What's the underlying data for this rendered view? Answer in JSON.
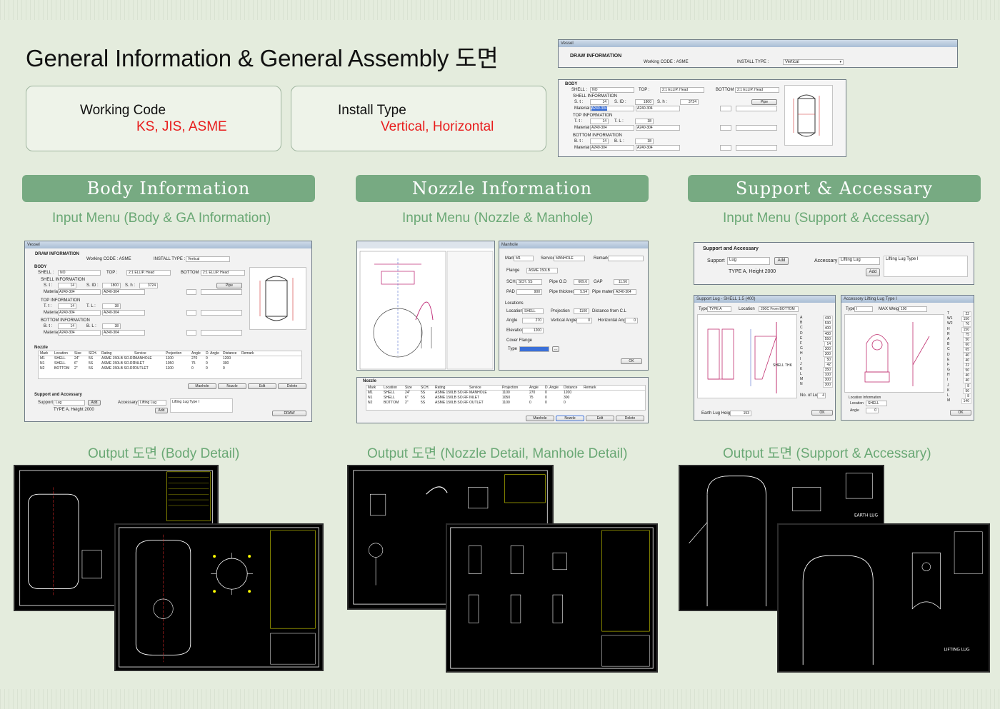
{
  "page_title": "General Information & General Assembly 도면",
  "info": {
    "working_code_label": "Working Code",
    "working_code_value": "KS, JIS, ASME",
    "install_type_label": "Install Type",
    "install_type_value": "Vertical, Horizontal"
  },
  "vessel_window": {
    "title": "Vessel",
    "header": "DRAW INFORMATION",
    "working_code": "Working CODE : ASME",
    "install_type_label": "INSTALL TYPE :",
    "install_type_value": "Vertical"
  },
  "body_window": {
    "body_label": "BODY",
    "shell_label": "SHELL :",
    "shell_value": "NO",
    "top_label": "TOP :",
    "top_value": "2:1 ELLIP. Head",
    "bottom_label": "BOTTOM :",
    "bottom_value": "2:1 ELLIP. Head",
    "shell_info": "SHELL INFORMATION",
    "st_label": "S. t :",
    "st_value": "14",
    "sid_label": "S. ID :",
    "sid_value": "1800",
    "sh_label": "S. h :",
    "sh_value": "3724",
    "pipe_btn": "Pipe",
    "material_label": "Material",
    "material_value": "A240-304",
    "top_info": "TOP INFORMATION",
    "tt_label": "T. t :",
    "tt_value": "14",
    "tl_label": "T. L :",
    "tl_value": "38",
    "bottom_info": "BOTTOM INFORMATION",
    "bt_label": "B. t :",
    "bt_value": "14",
    "bl_label": "B. L :",
    "bl_value": "38"
  },
  "sections": {
    "body": "Body Information",
    "nozzle": "Nozzle Information",
    "support": "Support & Accessary"
  },
  "input_menus": {
    "body": "Input Menu (Body & GA Information)",
    "nozzle": "Input Menu (Nozzle & Manhole)",
    "support": "Input Menu (Support & Accessary)"
  },
  "output_labels": {
    "body": "Output 도면 (Body Detail)",
    "nozzle": "Output 도면 (Nozzle Detail, Manhole Detail)",
    "support": "Output 도면 (Support & Accessary)"
  },
  "nozzle_table": {
    "section_label": "Nozzle",
    "headers": [
      "Mark",
      "Location",
      "Size",
      "SCH.",
      "Rating",
      "Service",
      "Projection",
      "Angle",
      "D. Angle",
      "Distance",
      "Remark"
    ],
    "rows": [
      [
        "M1",
        "SHELL",
        "24\"",
        "5S",
        "ASME 150LB SO.RF",
        "MANHOLE",
        "1100",
        "270",
        "0",
        "1200",
        ""
      ],
      [
        "N1",
        "SHELL",
        "6\"",
        "5S",
        "ASME 150LB SO.RF",
        "INLET",
        "1050",
        "75",
        "0",
        "300",
        ""
      ],
      [
        "N2",
        "BOTTOM",
        "2\"",
        "5S",
        "ASME 150LB SO.RF",
        "OUTLET",
        "1100",
        "0",
        "0",
        "0",
        ""
      ]
    ],
    "buttons": [
      "Manhole",
      "Nozzle",
      "Edit",
      "Delete"
    ]
  },
  "support_window": {
    "header": "Support and Accessary",
    "support_label": "Support",
    "support_value": "Lug",
    "add_label": "Add",
    "support_desc": "TYPE A, Height 2000",
    "accessary_label": "Accessary",
    "accessary_value": "Lifting Lug",
    "accessary_list": "Lifting Lug Type I",
    "draw_btn": "DRAW"
  },
  "manhole_window": {
    "title": "Manhole",
    "mark_label": "Mark",
    "mark_value": "M1",
    "service_label": "Service",
    "service_value": "MANHOLE",
    "remark_label": "Remark",
    "flange_label": "Flange",
    "flange_value": "ASME 150LB",
    "sch_label": "SCH.",
    "sch_value": "SCH. 5S",
    "pipe_od_label": "Pipe O.D",
    "pipe_od_value": "609.6",
    "gap_label": "GAP",
    "gap_value": "11.56",
    "pad_label": "PAD",
    "pad_value": "900",
    "pipe_thk_label": "Pipe thickness",
    "pipe_thk_value": "5.54",
    "pipe_mat_label": "Pipe material",
    "pipe_mat_value": "A240-304",
    "locations_label": "Locations",
    "location_label": "Location",
    "location_value": "SHELL",
    "projection_label": "Projection",
    "projection_value": "1100",
    "distance_label": "Distance from C.L",
    "angle_label": "Angle",
    "angle_value": "270",
    "vangle_label": "Vertical Angle",
    "vangle_value": "0",
    "hangle_label": "Horizontal Angle",
    "hangle_value": "0",
    "elevation_label": "Elevation",
    "elevation_value": "1200",
    "cover_label": "Cover Flange",
    "type_label": "Type",
    "ok_label": "OK"
  },
  "lug_window": {
    "title": "Support Lug - SHELL 1.5 (400)",
    "type_label": "Type",
    "type_value": "TYPE A",
    "location_label": "Location",
    "location_value": "200C From BOTTOM",
    "shell_thk": "SHELL THK",
    "earth_label": "Earth Lug Height",
    "earth_value": "153",
    "no_label": "No. of Lug",
    "no_value": "4",
    "ok_label": "OK",
    "side_letters": [
      "A",
      "B",
      "C",
      "D",
      "E",
      "F",
      "G",
      "H",
      "I",
      "J",
      "K",
      "L",
      "M",
      "N"
    ],
    "side_values": [
      "430",
      "530",
      "400",
      "400",
      "550",
      "14",
      "300",
      "300",
      "50",
      "42",
      "350",
      "100",
      "300",
      "300"
    ]
  },
  "lifting_window": {
    "title": "Accessory Lifting Lug Type I",
    "type_label": "Type",
    "type_value": "I",
    "weight_label": "MAX Weight",
    "weight_value": "100",
    "location_info": "Location Information",
    "location_label": "Location",
    "location_value": "SHELL",
    "angle_label": "Angle",
    "angle_value": "0",
    "ok_label": "OK",
    "side_letters": [
      "T",
      "W1",
      "W2",
      "H",
      "R",
      "A",
      "B",
      "C",
      "D",
      "E",
      "F",
      "G",
      "H",
      "I",
      "J",
      "K",
      "L",
      "M"
    ],
    "side_values": [
      "22",
      "150",
      "76",
      "150",
      "75",
      "50",
      "60",
      "65",
      "40",
      "40",
      "22",
      "50",
      "40",
      "40",
      "8",
      "50",
      "8",
      "140"
    ]
  },
  "cad_labels": {
    "lifting_lug": "LIFTING LUG",
    "earth_lug": "EARTH LUG"
  },
  "colors": {
    "accent_green": "#77aa82",
    "subheading_green": "#6aa875",
    "highlight_red": "#e81c1c",
    "background": "#e4ecdd"
  }
}
